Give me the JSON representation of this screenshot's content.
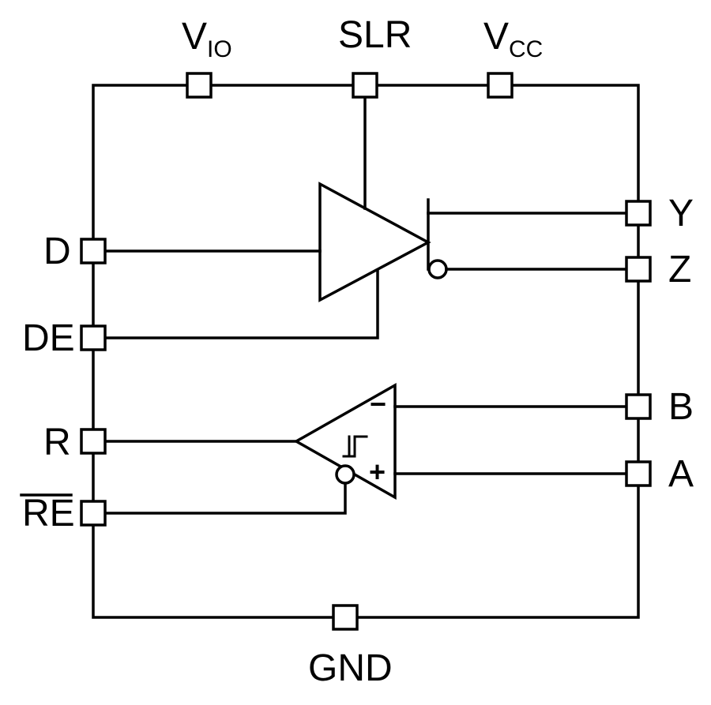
{
  "diagram": {
    "colors": {
      "line": "#000000",
      "background": "#ffffff"
    },
    "pins": {
      "vio": {
        "main": "V",
        "sub": "IO"
      },
      "slr": {
        "label": "SLR"
      },
      "vcc": {
        "main": "V",
        "sub": "CC"
      },
      "d": {
        "label": "D"
      },
      "de": {
        "label": "DE"
      },
      "r": {
        "label": "R"
      },
      "re": {
        "label": "RE"
      },
      "y": {
        "label": "Y"
      },
      "z": {
        "label": "Z"
      },
      "b": {
        "label": "B"
      },
      "a": {
        "label": "A"
      },
      "gnd": {
        "label": "GND"
      }
    },
    "symbols": {
      "inverting_input": "−",
      "noninverting_input": "+"
    }
  }
}
